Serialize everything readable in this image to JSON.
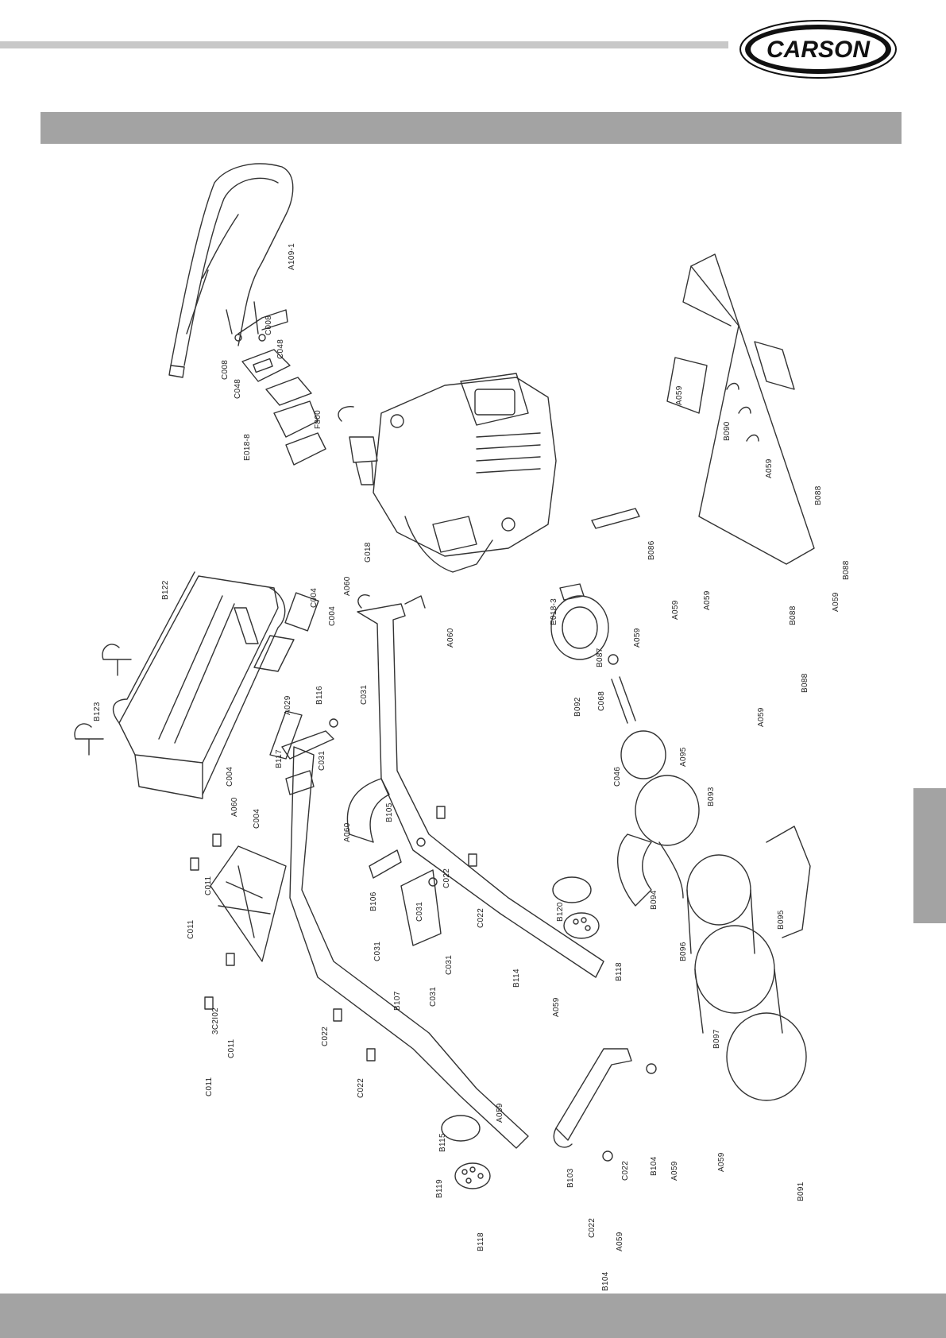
{
  "brand": {
    "logo_text": "CARSON"
  },
  "parts": [
    {
      "id": "A109-1"
    },
    {
      "id": "C008"
    },
    {
      "id": "C048"
    },
    {
      "id": "C008"
    },
    {
      "id": "C048"
    },
    {
      "id": "E018-8"
    },
    {
      "id": "F800"
    },
    {
      "id": "G018"
    },
    {
      "id": "B122"
    },
    {
      "id": "B123"
    },
    {
      "id": "C004"
    },
    {
      "id": "A060"
    },
    {
      "id": "C004"
    },
    {
      "id": "B116"
    },
    {
      "id": "A029"
    },
    {
      "id": "B117"
    },
    {
      "id": "C004"
    },
    {
      "id": "A060"
    },
    {
      "id": "C004"
    },
    {
      "id": "C031"
    },
    {
      "id": "A060"
    },
    {
      "id": "B105"
    },
    {
      "id": "C031"
    },
    {
      "id": "A060"
    },
    {
      "id": "B106"
    },
    {
      "id": "C031"
    },
    {
      "id": "C031"
    },
    {
      "id": "B107"
    },
    {
      "id": "C031"
    },
    {
      "id": "C031"
    },
    {
      "id": "C011"
    },
    {
      "id": "C011"
    },
    {
      "id": "3C2I02"
    },
    {
      "id": "C011"
    },
    {
      "id": "C011"
    },
    {
      "id": "C022"
    },
    {
      "id": "C022"
    },
    {
      "id": "B115"
    },
    {
      "id": "A059"
    },
    {
      "id": "B119"
    },
    {
      "id": "B118"
    },
    {
      "id": "C022"
    },
    {
      "id": "C022"
    },
    {
      "id": "B114"
    },
    {
      "id": "A059"
    },
    {
      "id": "B120"
    },
    {
      "id": "B118"
    },
    {
      "id": "E018-3"
    },
    {
      "id": "B092"
    },
    {
      "id": "C068"
    },
    {
      "id": "C046"
    },
    {
      "id": "A095"
    },
    {
      "id": "B093"
    },
    {
      "id": "B094"
    },
    {
      "id": "B096"
    },
    {
      "id": "B095"
    },
    {
      "id": "B097"
    },
    {
      "id": "B091"
    },
    {
      "id": "A059"
    },
    {
      "id": "B103"
    },
    {
      "id": "C022"
    },
    {
      "id": "B104"
    },
    {
      "id": "A059"
    },
    {
      "id": "C022"
    },
    {
      "id": "A059"
    },
    {
      "id": "B104"
    },
    {
      "id": "A059"
    },
    {
      "id": "B090"
    },
    {
      "id": "A059"
    },
    {
      "id": "B088"
    },
    {
      "id": "B086"
    },
    {
      "id": "B088"
    },
    {
      "id": "A059"
    },
    {
      "id": "A059"
    },
    {
      "id": "B088"
    },
    {
      "id": "A059"
    },
    {
      "id": "B087"
    },
    {
      "id": "A059"
    },
    {
      "id": "B088"
    },
    {
      "id": "A059"
    }
  ]
}
